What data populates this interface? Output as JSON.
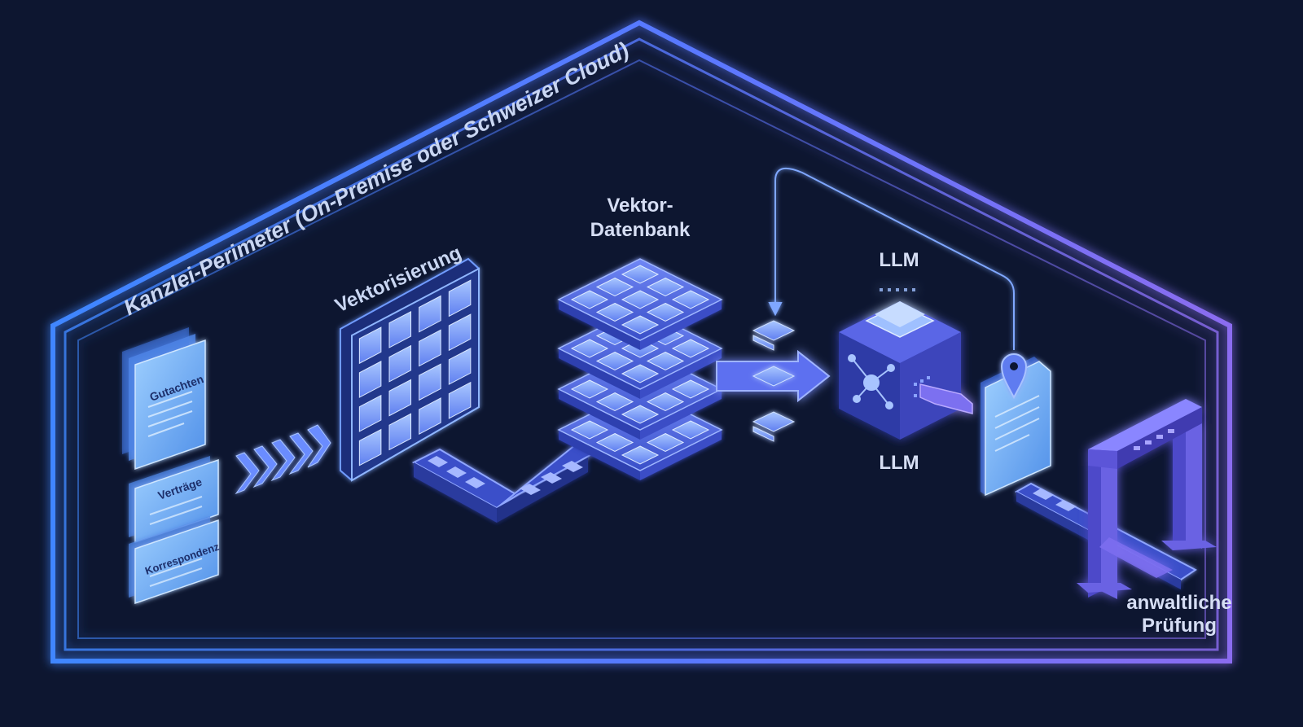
{
  "perimeter": {
    "title": "Kanzlei-Perimeter (On-Premise oder Schweizer Cloud)"
  },
  "documents": [
    {
      "label": "Gutachten"
    },
    {
      "label": "Verträge"
    },
    {
      "label": "Korrespondenz"
    }
  ],
  "vectorization": {
    "title": "Vektorisierung"
  },
  "vector_db": {
    "title_line1": "Vektor-",
    "title_line2": "Datenbank"
  },
  "llm": {
    "label_top": "LLM",
    "label_bottom": "LLM"
  },
  "review": {
    "title_line1": "anwaltliche",
    "title_line2": "Prüfung"
  },
  "colors": {
    "background": "#0d1630",
    "perimeter": "#4f8cff",
    "accent_light": "#8fb6ff",
    "accent_purple": "#7d63f0",
    "label": "#c9d6f2"
  }
}
